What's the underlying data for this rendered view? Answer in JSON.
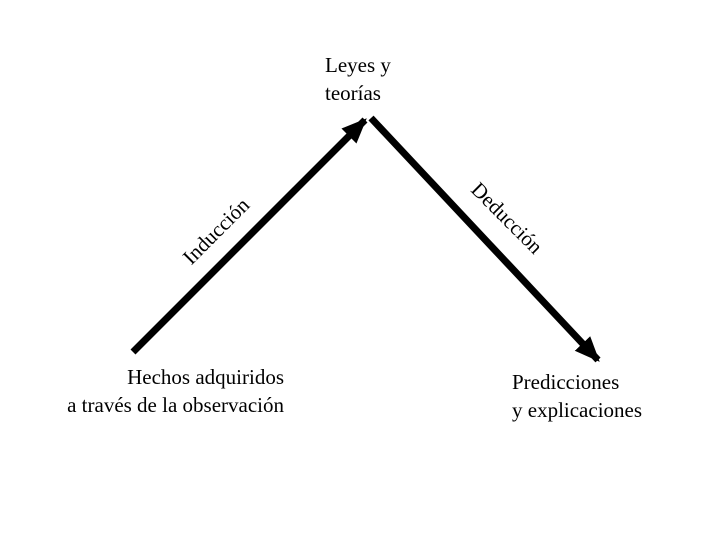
{
  "diagram": {
    "top": {
      "label": "Leyes y\nteorías"
    },
    "induction": {
      "label": "Inducción"
    },
    "deduction": {
      "label": "Deducción"
    },
    "bottom_left": {
      "label": "Hechos adquiridos\na través de la observación"
    },
    "bottom_right": {
      "label": "Predicciones\ny explicaciones"
    },
    "colors": {
      "foreground": "#000000",
      "background": "#ffffff"
    }
  }
}
